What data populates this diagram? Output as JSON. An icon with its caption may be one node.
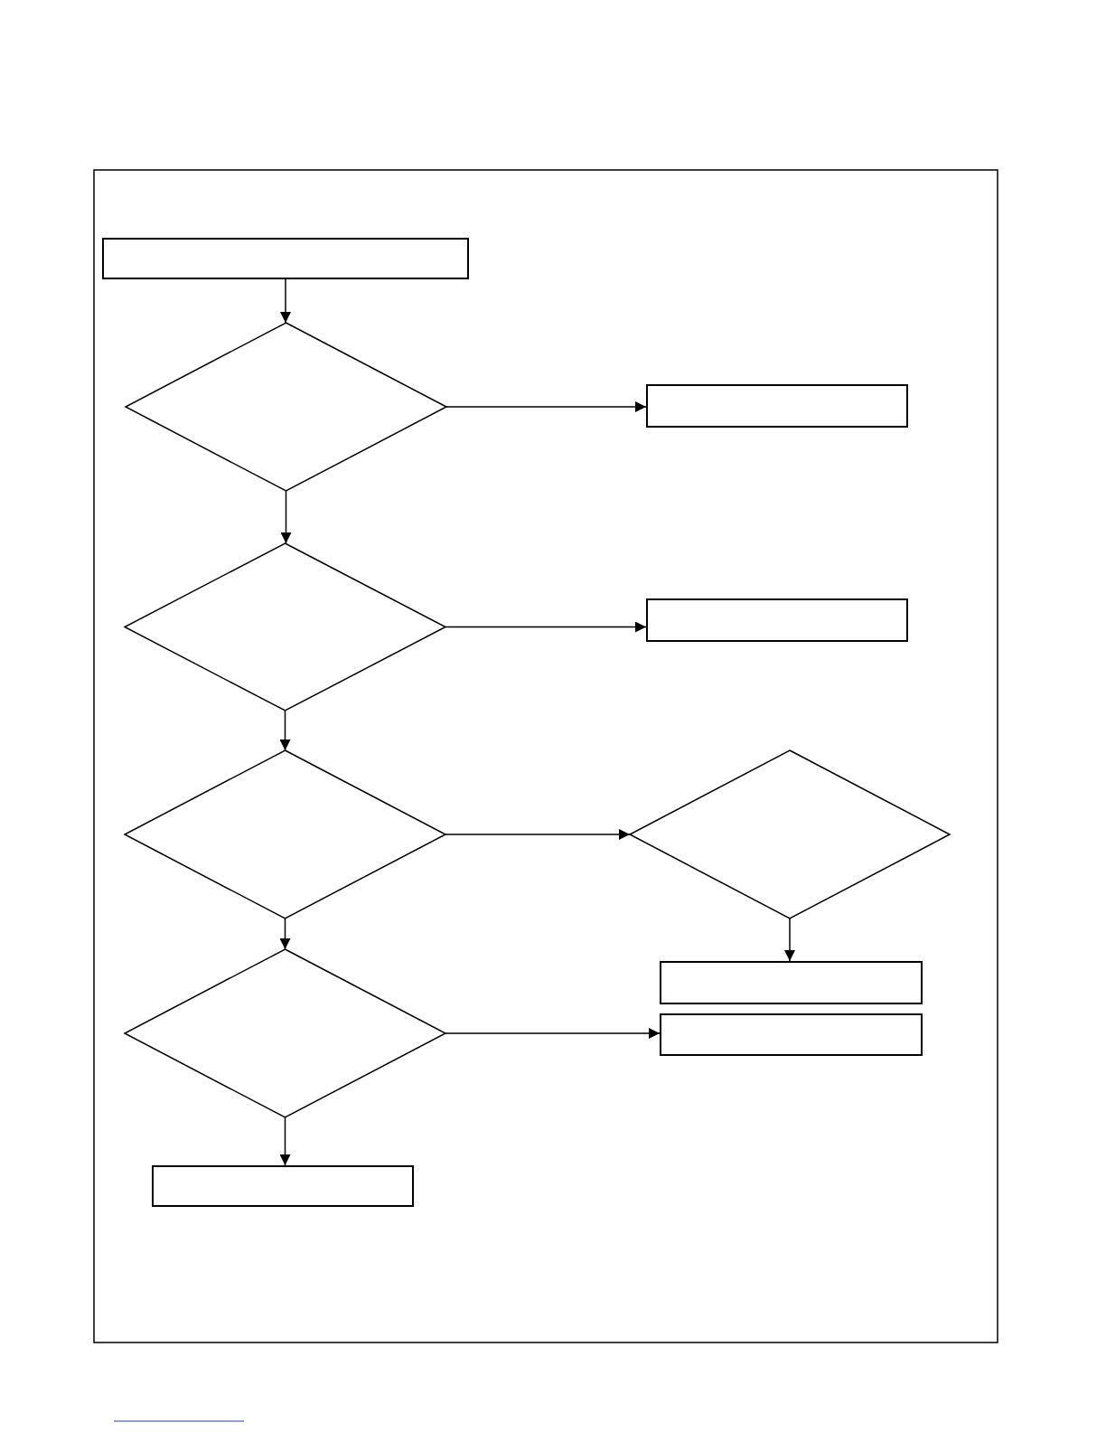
{
  "diagram": {
    "nodes": [
      {
        "text": [],
        "shape": "box"
      },
      {
        "text": [],
        "shape": "diamond"
      },
      {
        "text": [],
        "shape": "box"
      },
      {
        "text": [],
        "shape": "diamond"
      },
      {
        "text": [],
        "shape": "box"
      },
      {
        "text": [],
        "shape": "diamond"
      },
      {
        "text": [],
        "shape": "diamond"
      },
      {
        "text": [],
        "shape": "diamond"
      },
      {
        "text": [],
        "shape": "box"
      },
      {
        "text": [],
        "shape": "box"
      },
      {
        "text": [],
        "shape": "box"
      }
    ],
    "edges": [
      {
        "from": 0,
        "to": 1,
        "arrow": "to"
      },
      {
        "from": 1,
        "to": 2,
        "arrow": "to"
      },
      {
        "from": 1,
        "to": 3,
        "arrow": "to"
      },
      {
        "from": 3,
        "to": 4,
        "arrow": "to"
      },
      {
        "from": 3,
        "to": 5,
        "arrow": "to"
      },
      {
        "from": 5,
        "to": 6,
        "arrow": "to"
      },
      {
        "from": 5,
        "to": 7,
        "arrow": "to"
      },
      {
        "from": 6,
        "to": 8,
        "arrow": "to"
      },
      {
        "from": 7,
        "to": 9,
        "arrow": "to"
      },
      {
        "from": 7,
        "to": 10,
        "arrow": "to"
      }
    ]
  }
}
